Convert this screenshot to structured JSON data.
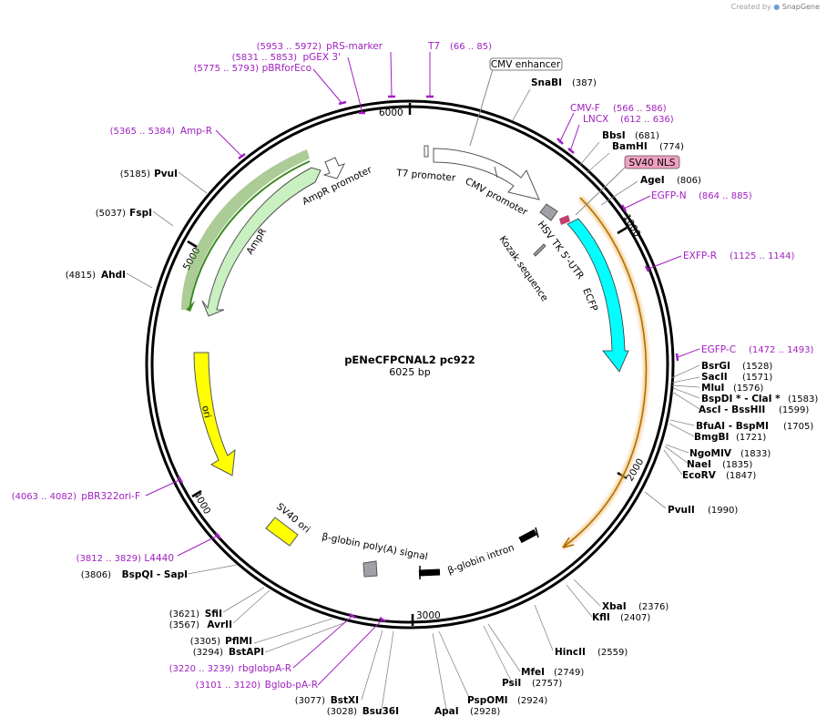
{
  "credit": {
    "prefix": "Created by",
    "brand": "SnapGene"
  },
  "plasmid": {
    "name": "pENeCFPCNAL2 pc922",
    "size": "6025 bp"
  },
  "tick_labels": [
    "1000",
    "2000",
    "3000",
    "4000",
    "5000",
    "6000"
  ],
  "colors": {
    "ampr": "#c8f0c0",
    "ampr_edge": "#3a8a20",
    "ori": "#ffff00",
    "ecfp": "#00ffff",
    "sv40nls": "#f0a0c0",
    "primer": "#a020c0",
    "intron": "#000000",
    "gray_feature": "#a0a0a8"
  },
  "features": [
    {
      "label": "T7 promoter"
    },
    {
      "label": "CMV promoter"
    },
    {
      "label": "AmpR promoter"
    },
    {
      "label": "AmpR"
    },
    {
      "label": "ori"
    },
    {
      "label": "ECFP"
    },
    {
      "label": "HSV TK 5'-UTR"
    },
    {
      "label": "Kozak sequence"
    },
    {
      "label": "SV40 ori"
    },
    {
      "label": "β-globin poly(A) signal"
    },
    {
      "label": "β-globin intron"
    },
    {
      "label": "CMV enhancer"
    },
    {
      "label": "SV40 NLS"
    }
  ],
  "enzymes": [
    {
      "name": "SnaBI",
      "pos": "(387)"
    },
    {
      "name": "BbsI",
      "pos": "(681)"
    },
    {
      "name": "BamHI",
      "pos": "(774)"
    },
    {
      "name": "AgeI",
      "pos": "(806)"
    },
    {
      "name": "BsrGI",
      "pos": "(1528)"
    },
    {
      "name": "SacII",
      "pos": "(1571)"
    },
    {
      "name": "MluI",
      "pos": "(1576)"
    },
    {
      "name": "BspDI * - ClaI *",
      "pos": "(1583)"
    },
    {
      "name": "AscI - BssHII",
      "pos": "(1599)"
    },
    {
      "name": "BfuAI - BspMI",
      "pos": "(1705)"
    },
    {
      "name": "BmgBI",
      "pos": "(1721)"
    },
    {
      "name": "NgoMIV",
      "pos": "(1833)"
    },
    {
      "name": "NaeI",
      "pos": "(1835)"
    },
    {
      "name": "EcoRV",
      "pos": "(1847)"
    },
    {
      "name": "PvuII",
      "pos": "(1990)"
    },
    {
      "name": "XbaI",
      "pos": "(2376)"
    },
    {
      "name": "KflI",
      "pos": "(2407)"
    },
    {
      "name": "HincII",
      "pos": "(2559)"
    },
    {
      "name": "MfeI",
      "pos": "(2749)"
    },
    {
      "name": "PsiI",
      "pos": "(2757)"
    },
    {
      "name": "PspOMI",
      "pos": "(2924)"
    },
    {
      "name": "ApaI",
      "pos": "(2928)"
    },
    {
      "name": "BstXI",
      "pos": "(3077)"
    },
    {
      "name": "Bsu36I",
      "pos": "(3028)"
    },
    {
      "name": "PflMI",
      "pos": "(3305)"
    },
    {
      "name": "BstAPI",
      "pos": "(3294)"
    },
    {
      "name": "SfiI",
      "pos": "(3621)"
    },
    {
      "name": "AvrII",
      "pos": "(3567)"
    },
    {
      "name": "BspQI - SapI",
      "pos": "(3806)"
    },
    {
      "name": "AhdI",
      "pos": "(4815)"
    },
    {
      "name": "FspI",
      "pos": "(5037)"
    },
    {
      "name": "PvuI",
      "pos": "(5185)"
    }
  ],
  "primers": [
    {
      "name": "T7",
      "pos": "(66 .. 85)"
    },
    {
      "name": "pRS-marker",
      "pos": "(5953 .. 5972)"
    },
    {
      "name": "pGEX 3'",
      "pos": "(5831 .. 5853)"
    },
    {
      "name": "pBRforEco",
      "pos": "(5775 .. 5793)"
    },
    {
      "name": "Amp-R",
      "pos": "(5365 .. 5384)"
    },
    {
      "name": "CMV-F",
      "pos": "(566 .. 586)"
    },
    {
      "name": "LNCX",
      "pos": "(612 .. 636)"
    },
    {
      "name": "EGFP-N",
      "pos": "(864 .. 885)"
    },
    {
      "name": "EXFP-R",
      "pos": "(1125 .. 1144)"
    },
    {
      "name": "EGFP-C",
      "pos": "(1472 .. 1493)"
    },
    {
      "name": "pBR322ori-F",
      "pos": "(4063 .. 4082)"
    },
    {
      "name": "L4440",
      "pos": "(3812 .. 3829)"
    },
    {
      "name": "rbglobpA-R",
      "pos": "(3220 .. 3239)"
    },
    {
      "name": "Bglob-pA-R",
      "pos": "(3101 .. 3120)"
    }
  ]
}
